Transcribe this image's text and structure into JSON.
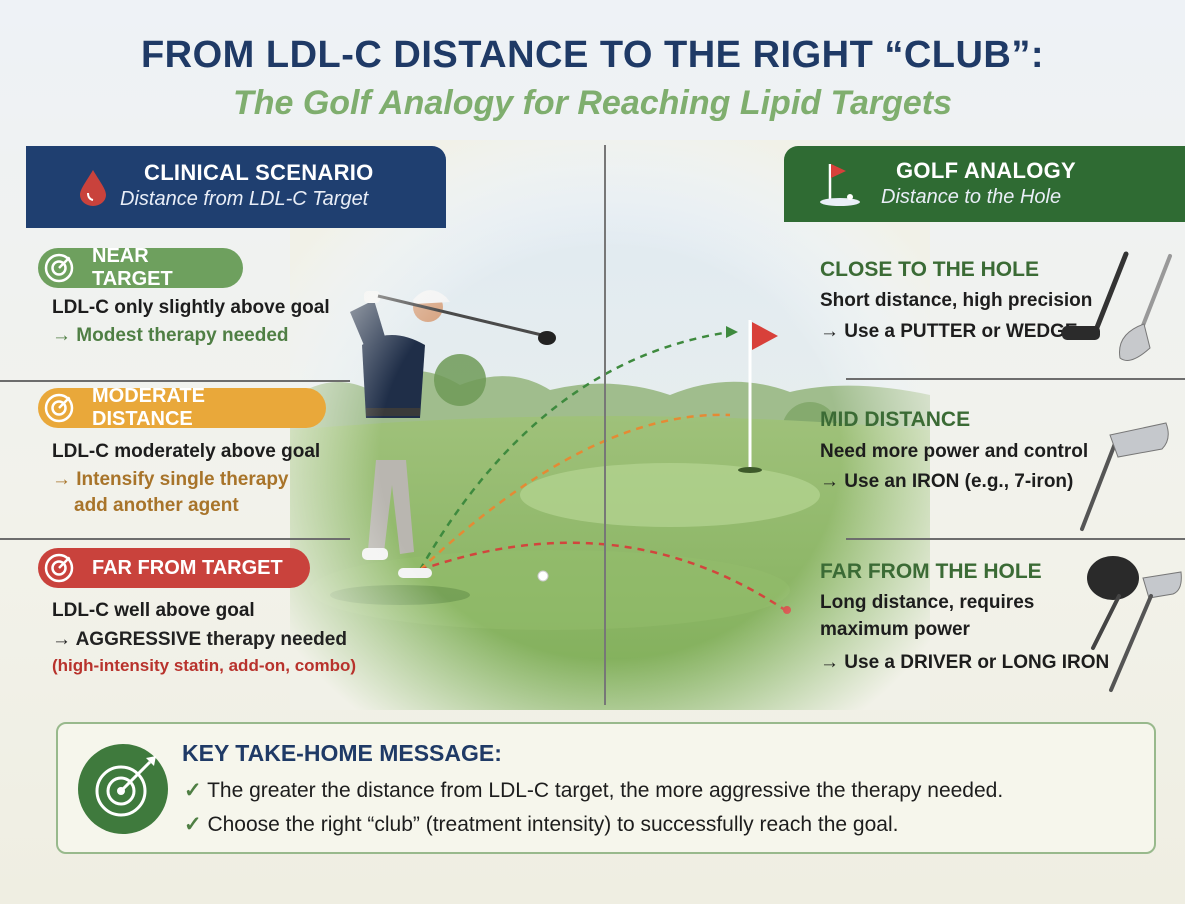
{
  "header": {
    "title": "FROM LDL-C DISTANCE TO THE RIGHT “CLUB”:",
    "subtitle": "The Golf Analogy for Reaching Lipid Targets"
  },
  "clinical": {
    "banner_title": "CLINICAL SCENARIO",
    "banner_sub": "Distance from LDL-C Target",
    "near": {
      "label": "NEAR TARGET",
      "desc": "LDL-C only slightly above goal",
      "action": "→ Modest therapy needed"
    },
    "moderate": {
      "label": "MODERATE DISTANCE",
      "desc": "LDL-C moderately above goal",
      "action_1": "→ Intensify single therapy",
      "action_2": "add another agent"
    },
    "far": {
      "label": "FAR FROM TARGET",
      "desc": "LDL-C well above goal",
      "action": "→ AGGRESSIVE therapy needed",
      "note": "(high-intensity statin, add-on, combo)"
    }
  },
  "golf": {
    "banner_title": "GOLF ANALOGY",
    "banner_sub": "Distance to the Hole",
    "close": {
      "head": "CLOSE TO THE HOLE",
      "desc": "Short distance, high precision",
      "action": "→ Use a PUTTER or WEDGE"
    },
    "mid": {
      "head": "MID DISTANCE",
      "desc": "Need more power and control",
      "action": "→ Use an IRON (e.g., 7-iron)"
    },
    "far": {
      "head": "FAR FROM THE HOLE",
      "desc_1": "Long distance, requires",
      "desc_2": "maximum power",
      "action": "→ Use a DRIVER or LONG IRON"
    }
  },
  "takeaway": {
    "title": "KEY TAKE-HOME MESSAGE:",
    "line_1": "The greater the distance from LDL-C target, the more aggressive the therapy needed.",
    "line_2": "Choose the right “club” (treatment intensity) to successfully reach the goal."
  },
  "colors": {
    "navy": "#1f3f70",
    "green": "#2f6b33",
    "near": "#6ea05e",
    "moderate": "#e9a83a",
    "far": "#c9423c"
  }
}
